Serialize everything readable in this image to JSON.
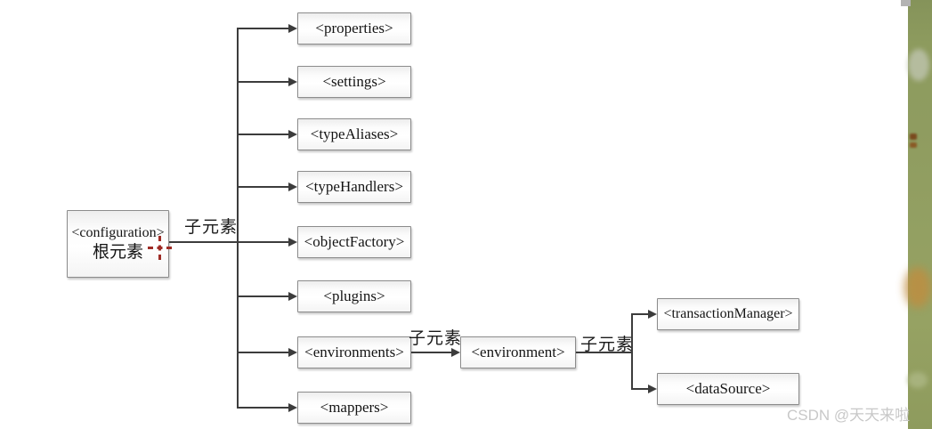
{
  "diagram": {
    "root": {
      "tag": "<configuration>",
      "role": "根元素"
    },
    "edge_label_root": "子元素",
    "edge_label_environments": "子元素",
    "edge_label_environment": "子元素",
    "children": [
      "<properties>",
      "<settings>",
      "<typeAliases>",
      "<typeHandlers>",
      "<objectFactory>",
      "<plugins>",
      "<environments>",
      "<mappers>"
    ],
    "environment_node": "<environment>",
    "environment_children": [
      "<transactionManager>",
      "<dataSource>"
    ]
  },
  "watermark": "CSDN @天天来啦",
  "colors": {
    "line": "#3c3c3c",
    "box_border": "#8c8c8c",
    "crosshair_red": "#9e2b25",
    "watermark_gray": "#c8c8c8",
    "side_strip_green": "#8f9c60"
  }
}
